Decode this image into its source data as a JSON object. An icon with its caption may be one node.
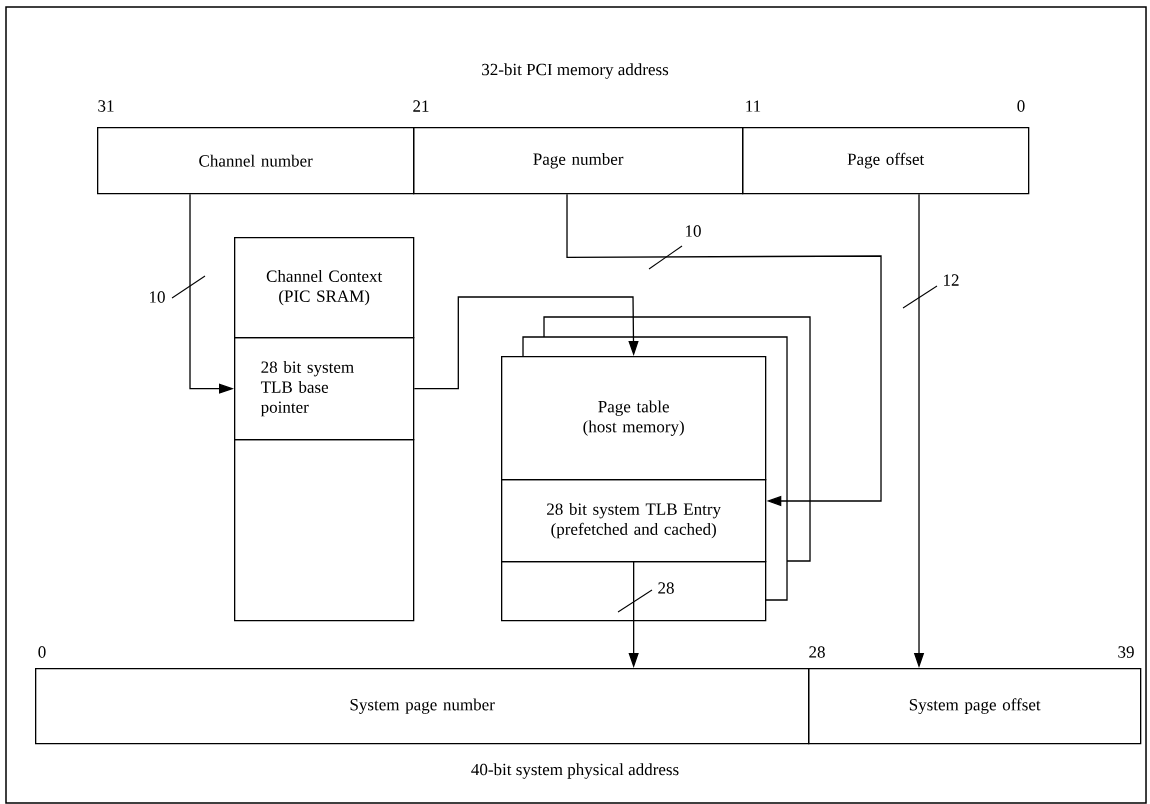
{
  "diagram": {
    "title": "32-bit PCI memory address",
    "caption": "40-bit system physical address",
    "nodes": [
      {
        "text": [
          "Channel number"
        ]
      },
      {
        "text": [
          "Page number"
        ]
      },
      {
        "text": [
          "Page offset"
        ]
      },
      {
        "text": [
          "Channel Context (PIC SRAM)"
        ]
      },
      {
        "text": [
          "28 bit system TLB base pointer"
        ]
      },
      {
        "text": [],
        "shape": "box"
      },
      {
        "text": [
          "Page table (host memory)"
        ]
      },
      {
        "text": [
          "28 bit system TLB Entry (prefetched and cached)"
        ]
      },
      {
        "text": [],
        "shape": "box"
      },
      {
        "text": [
          "System page number"
        ]
      },
      {
        "text": [
          "System page offset"
        ]
      }
    ],
    "edges": [
      {
        "from": 0,
        "to": 4,
        "arrow": "to",
        "label": "10"
      },
      {
        "from": 4,
        "to": 6,
        "arrow": "to"
      },
      {
        "from": 1,
        "to": 7,
        "arrow": "to",
        "label": "10"
      },
      {
        "from": 2,
        "to": 10,
        "arrow": "to",
        "label": "12"
      },
      {
        "from": 8,
        "to": 9,
        "arrow": "to",
        "label": "28"
      }
    ],
    "labels": [
      "31",
      "21",
      "11",
      "0",
      "0",
      "28",
      "39"
    ]
  }
}
